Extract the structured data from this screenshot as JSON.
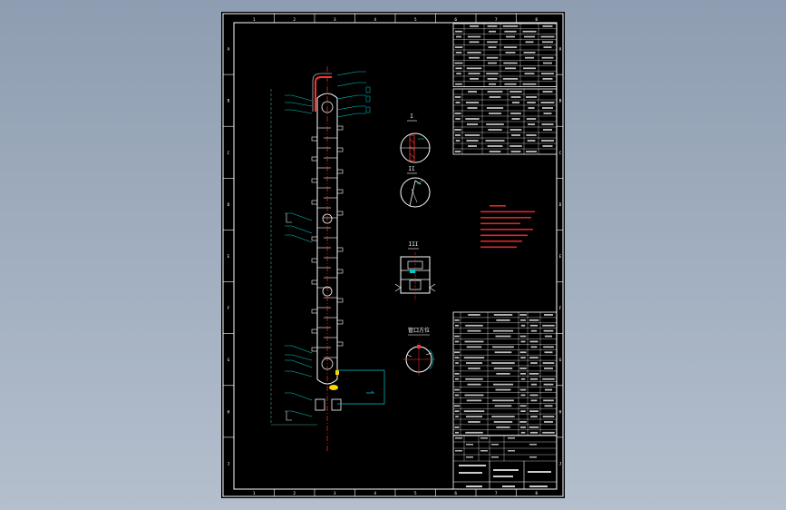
{
  "viewer": {
    "background_top": "#8e9db1",
    "background_bottom": "#b4bfcd"
  },
  "drawing": {
    "sheet_color": "#000000",
    "frame_color": "#ffffff",
    "column_outline_color": "#ffffff",
    "leader_color": "#00c8c8",
    "centerline_color": "#ff3030",
    "highlight_color": "#ffd700",
    "notes_color": "#ff3030",
    "border_zone_numbers_top": [
      "1",
      "2",
      "3",
      "4",
      "5",
      "6",
      "7",
      "8"
    ],
    "border_zone_letters_left": [
      "A",
      "B",
      "C",
      "D",
      "E",
      "F",
      "G",
      "H",
      "J"
    ]
  },
  "views": {
    "detail_1_label": "I",
    "detail_2_label": "II",
    "detail_3_label": "III",
    "orientation_label": "管口方位"
  }
}
